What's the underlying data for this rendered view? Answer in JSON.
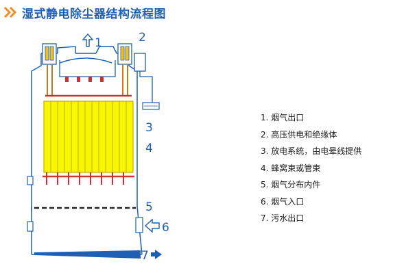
{
  "title": "湿式静电除尘器结构流程图",
  "colors": {
    "outline": "#1f5fb4",
    "honeycomb_fill": "#f7f700",
    "honeycomb_stroke": "#c9a800",
    "electrode_frame": "#d03030",
    "support_rod": "#c07a20",
    "title": "#1f5fb4"
  },
  "callouts": [
    "1",
    "2",
    "3",
    "4",
    "5",
    "6",
    "7"
  ],
  "legend": [
    "1. 烟气出口",
    "2. 高压供电和绝缘体",
    "3. 放电系统，由电晕线提供",
    "4. 蜂窝束或管束",
    "5. 烟气分布内件",
    "6. 烟气入口",
    "7. 污水出口"
  ],
  "icons": {
    "title": "double-chevron-right-icon",
    "outlet": "up-arrow-icon",
    "inlet": "left-arrow-icon",
    "drain": "right-arrow-icon"
  }
}
